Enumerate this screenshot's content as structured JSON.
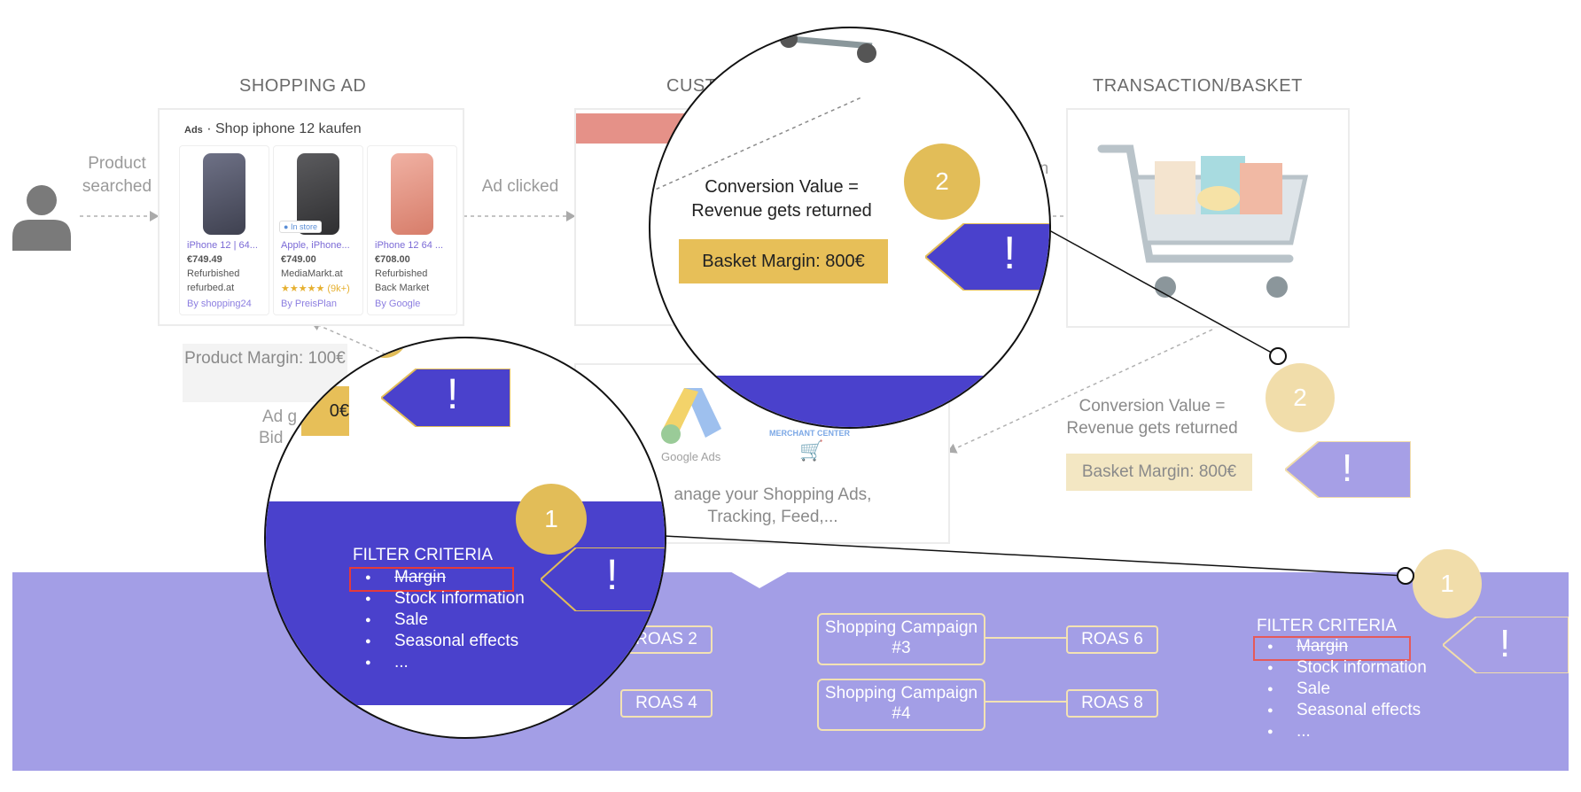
{
  "sections": {
    "shopping_ad": "SHOPPING AD",
    "customer": "CUST",
    "transaction": "TRANSACTION/BASKET"
  },
  "flow": {
    "product_searched": "Product searched",
    "ad_clicked": "Ad clicked",
    "partial_n": "n",
    "ad_bid_1": "Ad g",
    "ad_bid_2": "Bid"
  },
  "ad_card": {
    "ads_label": "Ads",
    "heading": "· Shop iphone 12 kaufen",
    "products": [
      {
        "name": "iPhone 12 | 64...",
        "price": "€749.49",
        "line1": "Refurbished",
        "line2": "refurbed.at",
        "by": "By shopping24",
        "color": "#55586a"
      },
      {
        "name": "Apple, iPhone...",
        "price": "€749.00",
        "line1": "MediaMarkt.at",
        "line2": "★★★★★ (9k+)",
        "by": "By PreisPlan",
        "color": "#3e3e40",
        "store": "In store"
      },
      {
        "name": "iPhone 12 64 ...",
        "price": "€708.00",
        "line1": "Refurbished",
        "line2": "Back Market",
        "by": "By Google",
        "color": "#e59a88"
      }
    ]
  },
  "product_margin": "Product Margin: 100€",
  "partial_value": "0€",
  "google_ads": "Google Ads",
  "merchant_center": "MERCHANT CENTER",
  "manage_text": "anage your Shopping Ads, Tracking, Feed,...",
  "conversion": {
    "label": "Conversion Value = Revenue gets returned",
    "basket_margin": "Basket Margin: 800€",
    "badge": "2"
  },
  "filter": {
    "title": "FILTER CRITERIA",
    "items": [
      "Margin",
      "Stock information",
      "Sale",
      "Seasonal effects",
      "..."
    ],
    "badge": "1"
  },
  "exclaim": "!",
  "campaigns": [
    {
      "label": "Shopping Campaign #3",
      "roas": "ROAS 6"
    },
    {
      "label": "Shopping Campaign #4",
      "roas": "ROAS 8"
    }
  ],
  "roas_partial": [
    "ROAS 2",
    "ROAS 4"
  ],
  "colors": {
    "purple_band": "#a39ee6",
    "deep_purple": "#4a41cc",
    "gold": "#e2bd58",
    "pale_gold": "#f1ddaa",
    "pale_purple": "#a69fe6"
  }
}
